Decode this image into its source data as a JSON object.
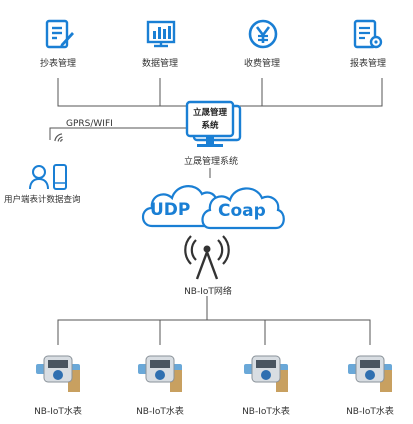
{
  "top_modules": [
    {
      "label": "抄表管理",
      "icon": "document-pen-icon"
    },
    {
      "label": "数据管理",
      "icon": "bar-chart-board-icon"
    },
    {
      "label": "收费管理",
      "icon": "yen-coin-icon"
    },
    {
      "label": "报表管理",
      "icon": "report-gear-icon"
    }
  ],
  "center_system": {
    "screen_text_line1": "立晟管理",
    "screen_text_line2": "系统",
    "caption": "立晟管理系统"
  },
  "connection_label": "GPRS/WIFI",
  "user_label": "用户端表计数据查询",
  "protocols": {
    "left": "UDP",
    "right": "Coap"
  },
  "network_label": "NB-IoT网络",
  "meters": [
    {
      "label": "NB-IoT水表"
    },
    {
      "label": "NB-IoT水表"
    },
    {
      "label": "NB-IoT水表"
    },
    {
      "label": "NB-IoT水表"
    }
  ],
  "colors": {
    "accent": "#1a7fd4",
    "line": "#555555"
  }
}
